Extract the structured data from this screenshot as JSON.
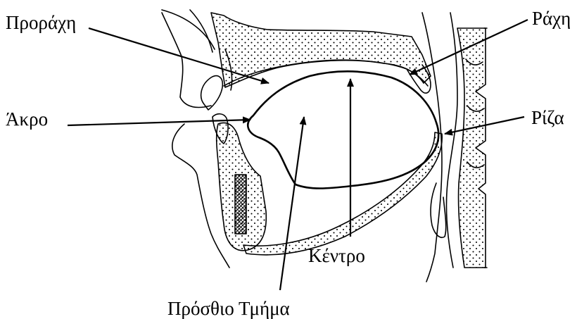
{
  "labels": {
    "proracheh": "Προράχη",
    "rachi": "Ράχη",
    "akro": "Άκρο",
    "riza": "Ρίζα",
    "kentro": "Κέντρο",
    "prosthio": "Πρόσθιο Τμήμα"
  }
}
